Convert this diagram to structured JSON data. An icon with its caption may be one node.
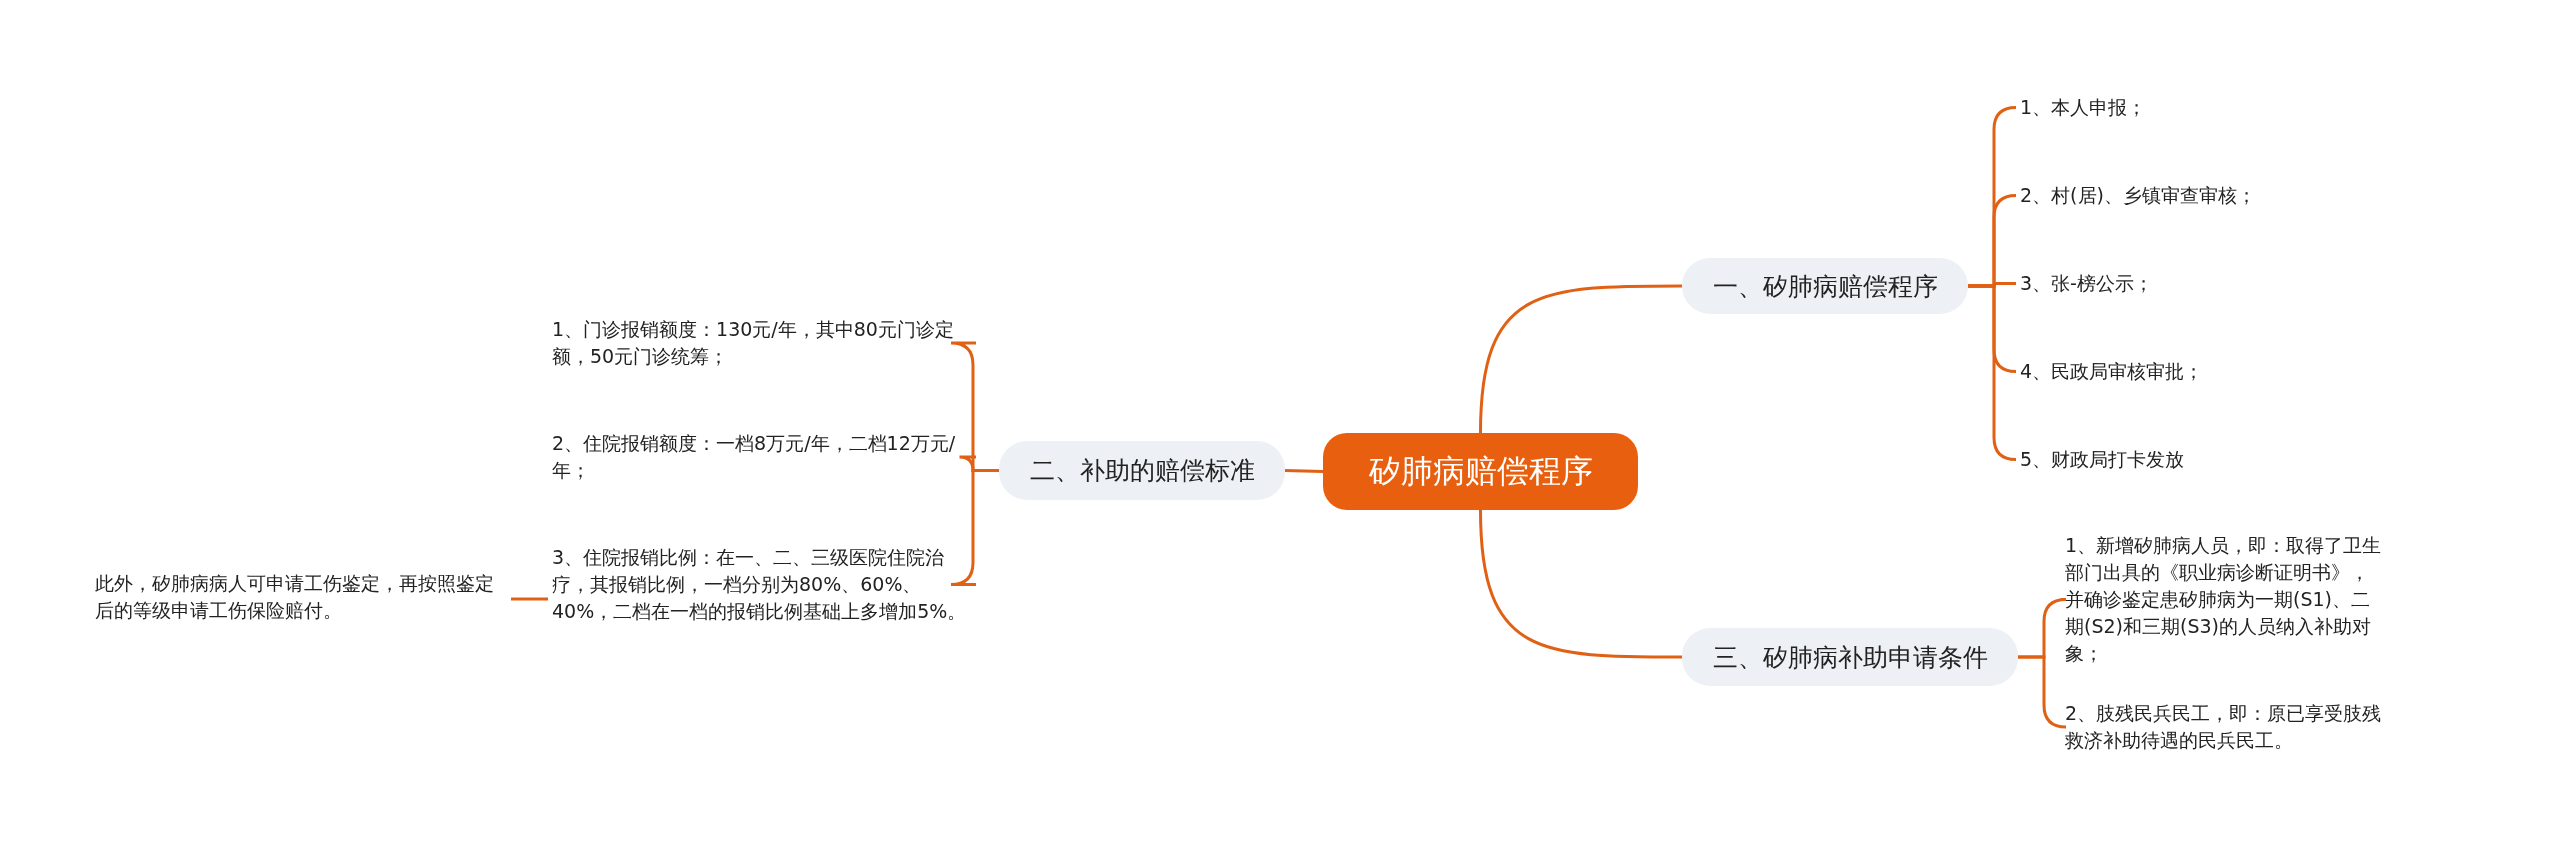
{
  "diagram": {
    "nodes": [
      {
        "text": [
          "矽肺病赔偿程序"
        ]
      },
      {
        "text": [
          "一、矽肺病赔偿程序"
        ]
      },
      {
        "text": [
          "1、本人申报；"
        ]
      },
      {
        "text": [
          "2、村(居)、乡镇审查审核；"
        ]
      },
      {
        "text": [
          "3、张-榜公示；"
        ]
      },
      {
        "text": [
          "4、民政局审核审批；"
        ]
      },
      {
        "text": [
          "5、财政局打卡发放"
        ]
      },
      {
        "text": [
          "二、补助的赔偿标准"
        ]
      },
      {
        "text": [
          "1、门诊报销额度：130元/年，其中80元门诊定额，50元门诊统筹；"
        ]
      },
      {
        "text": [
          "2、住院报销额度：一档8万元/年，二档12万元/年；"
        ]
      },
      {
        "text": [
          "3、住院报销比例：在一、二、三级医院住院治疗，其报销比例，一档分别为80%、60%、40%，二档在一档的报销比例基础上多增加5%。"
        ]
      },
      {
        "text": [
          "此外，矽肺病病人可申请工伤鉴定，再按照鉴定后的等级申请工伤保险赔付。"
        ]
      },
      {
        "text": [
          "三、矽肺病补助申请条件"
        ]
      },
      {
        "text": [
          "1、新增矽肺病人员，即：取得了卫生部门出具的《职业病诊断证明书》，并确诊鉴定患矽肺病为一期(S1)、二期(S2)和三期(S3)的人员纳入补助对象；"
        ]
      },
      {
        "text": [
          "2、肢残民兵民工，即：原已享受肢残救济补助待遇的民兵民工。"
        ]
      }
    ],
    "edges": [
      {
        "from": 0,
        "to": 1,
        "arrow": "none"
      },
      {
        "from": 1,
        "to": 2,
        "arrow": "none"
      },
      {
        "from": 1,
        "to": 3,
        "arrow": "none"
      },
      {
        "from": 1,
        "to": 4,
        "arrow": "none"
      },
      {
        "from": 1,
        "to": 5,
        "arrow": "none"
      },
      {
        "from": 1,
        "to": 6,
        "arrow": "none"
      },
      {
        "from": 0,
        "to": 7,
        "arrow": "none"
      },
      {
        "from": 7,
        "to": 8,
        "arrow": "none"
      },
      {
        "from": 7,
        "to": 9,
        "arrow": "none"
      },
      {
        "from": 7,
        "to": 10,
        "arrow": "none"
      },
      {
        "from": 10,
        "to": 11,
        "arrow": "none"
      },
      {
        "from": 0,
        "to": 12,
        "arrow": "none"
      },
      {
        "from": 12,
        "to": 13,
        "arrow": "none"
      },
      {
        "from": 12,
        "to": 14,
        "arrow": "none"
      }
    ]
  }
}
